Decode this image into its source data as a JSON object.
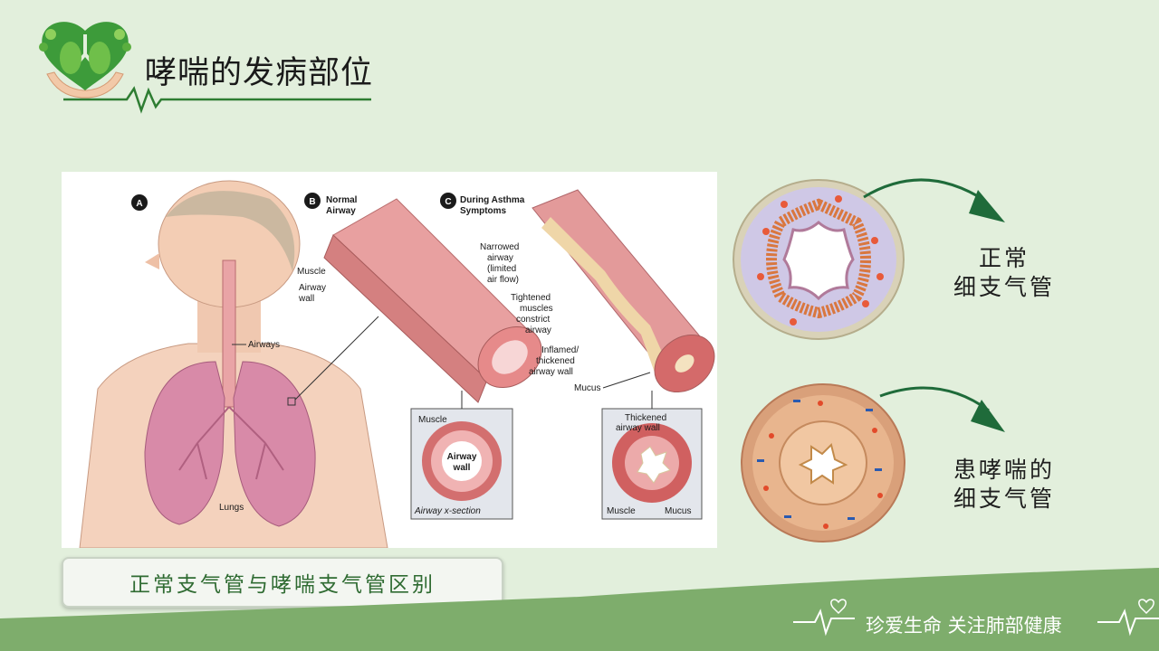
{
  "header": {
    "title": "哮喘的发病部位"
  },
  "figure": {
    "panel_a": {
      "letter": "A",
      "airways_label": "Airways",
      "lungs_label": "Lungs"
    },
    "panel_b": {
      "letter": "B",
      "title_lines": [
        "Normal",
        "Airway"
      ],
      "muscle_label": "Muscle",
      "airway_wall_lines": [
        "Airway",
        "wall"
      ],
      "xsec_muscle": "Muscle",
      "xsec_wall_lines": [
        "Airway",
        "wall"
      ],
      "xsec_caption": "Airway x-section"
    },
    "panel_c": {
      "letter": "C",
      "title_lines": [
        "During Asthma",
        "Symptoms"
      ],
      "narrowed_lines": [
        "Narrowed",
        "airway",
        "(limited",
        "air flow)"
      ],
      "tightened_lines": [
        "Tightened",
        "muscles",
        "constrict",
        "airway"
      ],
      "inflamed_lines": [
        "Inflamed/",
        "thickened",
        "airway wall"
      ],
      "mucus_label": "Mucus",
      "xsec_thickened_lines": [
        "Thickened",
        "airway wall"
      ],
      "xsec_muscle": "Muscle",
      "xsec_mucus": "Mucus"
    }
  },
  "caption": "正常支气管与哮喘支气管区别",
  "normal_label": {
    "line1": "正常",
    "line2": "细支气管"
  },
  "asthma_label": {
    "line1": "患哮喘的",
    "line2": "细支气管"
  },
  "footer": {
    "slogan": "珍爱生命 关注肺部健康"
  },
  "colors": {
    "background": "#e2efdc",
    "footer_green": "#7ead6c",
    "caption_text": "#2f6b32",
    "arrow_green": "#1f6b3a"
  }
}
